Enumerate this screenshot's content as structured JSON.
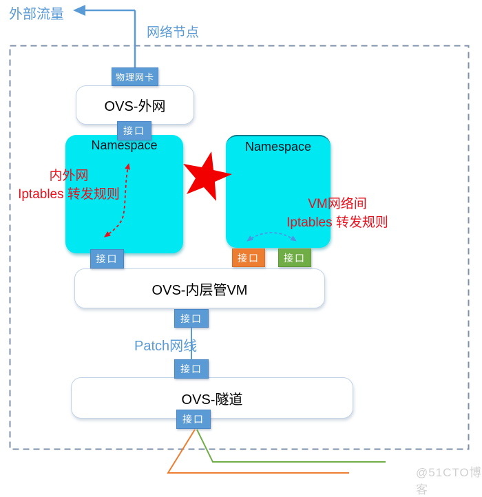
{
  "diagram": {
    "type": "network-architecture",
    "labels": {
      "external_traffic": "外部流量",
      "network_node": "网络节点",
      "physical_nic": "物理网卡",
      "interface": "接口",
      "ovs_external": "OVS-外网",
      "namespace": "Namespace",
      "annotation_left_line1": "内外网",
      "annotation_left_line2": "Iptables 转发规则",
      "annotation_right_line1": "VM网络间",
      "annotation_right_line2": "Iptables 转发规则",
      "ovs_inner": "OVS-内层管VM",
      "patch_cable": "Patch网线",
      "ovs_tunnel": "OVS-隧道",
      "watermark": "@51CTO博客"
    },
    "colors": {
      "accent_blue": "#5B9BD5",
      "cyan_fill": "#00E9F2",
      "orange_fill": "#ED7D31",
      "green_fill": "#70AD47",
      "red": "#E8101C",
      "node_border": "#C3D4E7",
      "dashed_border": "#7D90A8",
      "watermark_gray": "#D0D0D0"
    }
  }
}
